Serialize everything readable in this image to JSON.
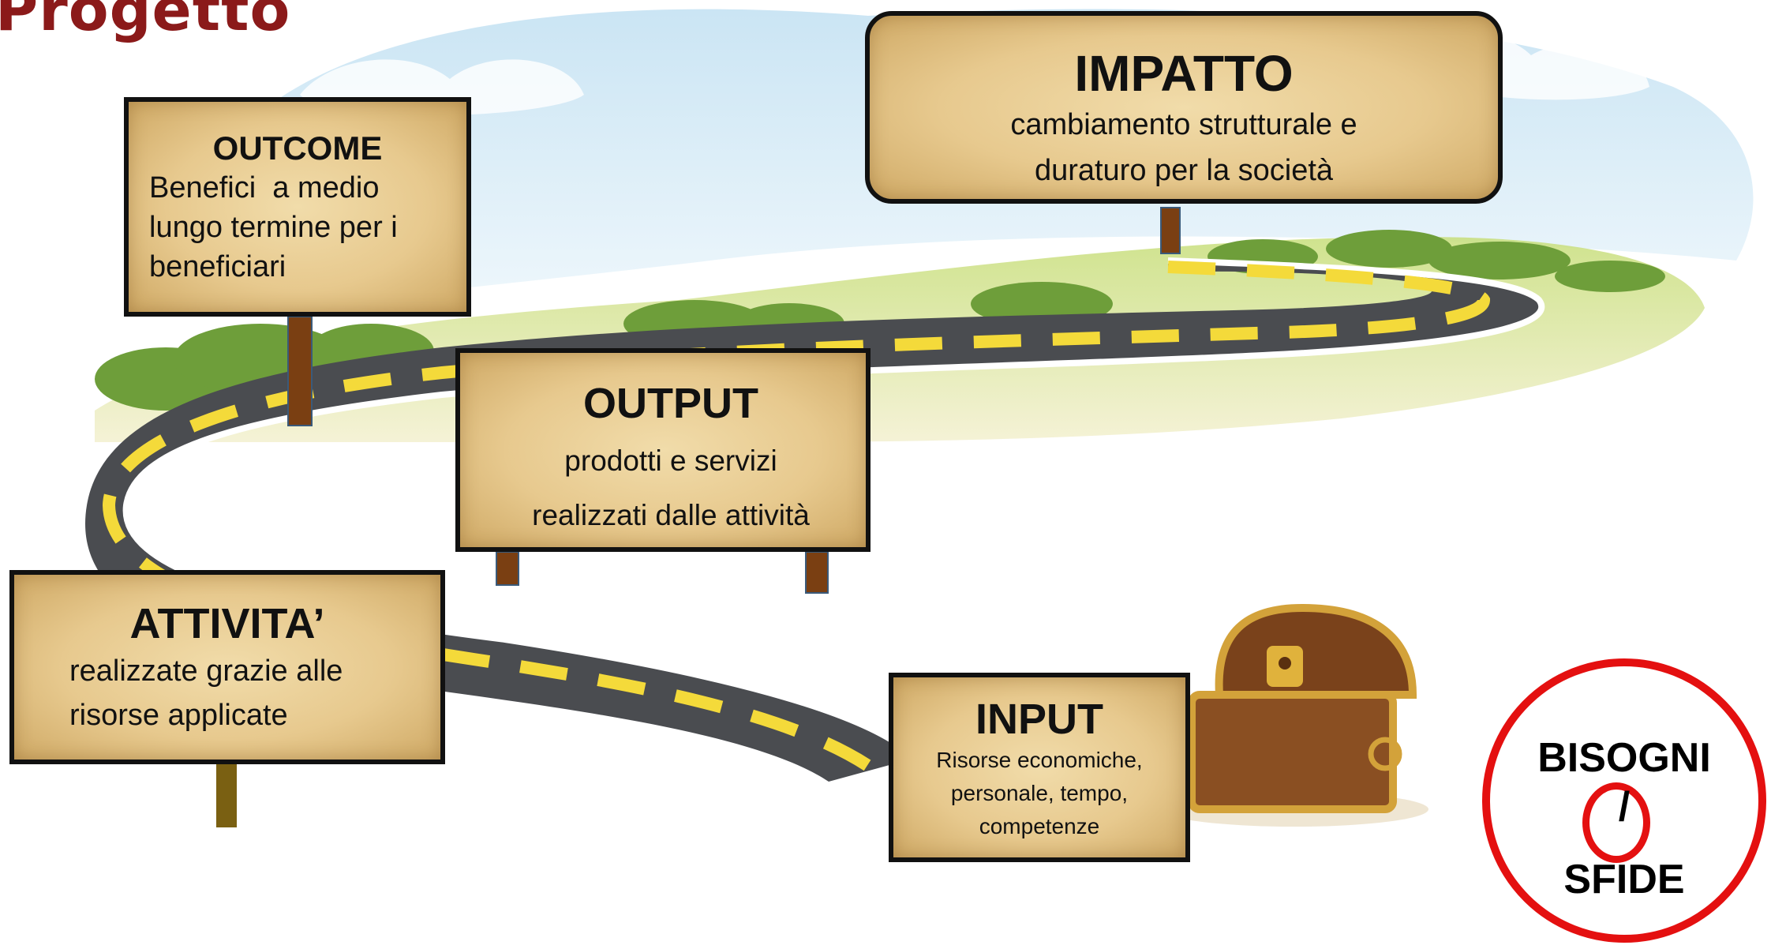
{
  "header": {
    "title": "Progetto"
  },
  "signs": {
    "impatto": {
      "title": "IMPATTO",
      "line1": "cambiamento strutturale e",
      "line2": "duraturo per la società"
    },
    "outcome": {
      "title": "OUTCOME",
      "line1": "Benefici  a medio",
      "line2": "lungo termine per i",
      "line3": "beneficiari"
    },
    "output": {
      "title": "OUTPUT",
      "line1": "prodotti e servizi",
      "line2": "realizzati dalle attività"
    },
    "attivita": {
      "title": "ATTIVITA’",
      "line1": "realizzate grazie alle",
      "line2": "risorse applicate"
    },
    "input": {
      "title": "INPUT",
      "line1": "Risorse economiche,",
      "line2": "personale, tempo,",
      "line3": "competenze"
    }
  },
  "needs": {
    "line1": "BISOGNI",
    "line2": "/",
    "line3": "SFIDE"
  },
  "colors": {
    "title": "#8b1a1a",
    "needs_ring": "#e41010",
    "sign_border": "#111111",
    "post": "#7a3f12",
    "road": "#4a4c50",
    "road_dash": "#f4da3a"
  }
}
